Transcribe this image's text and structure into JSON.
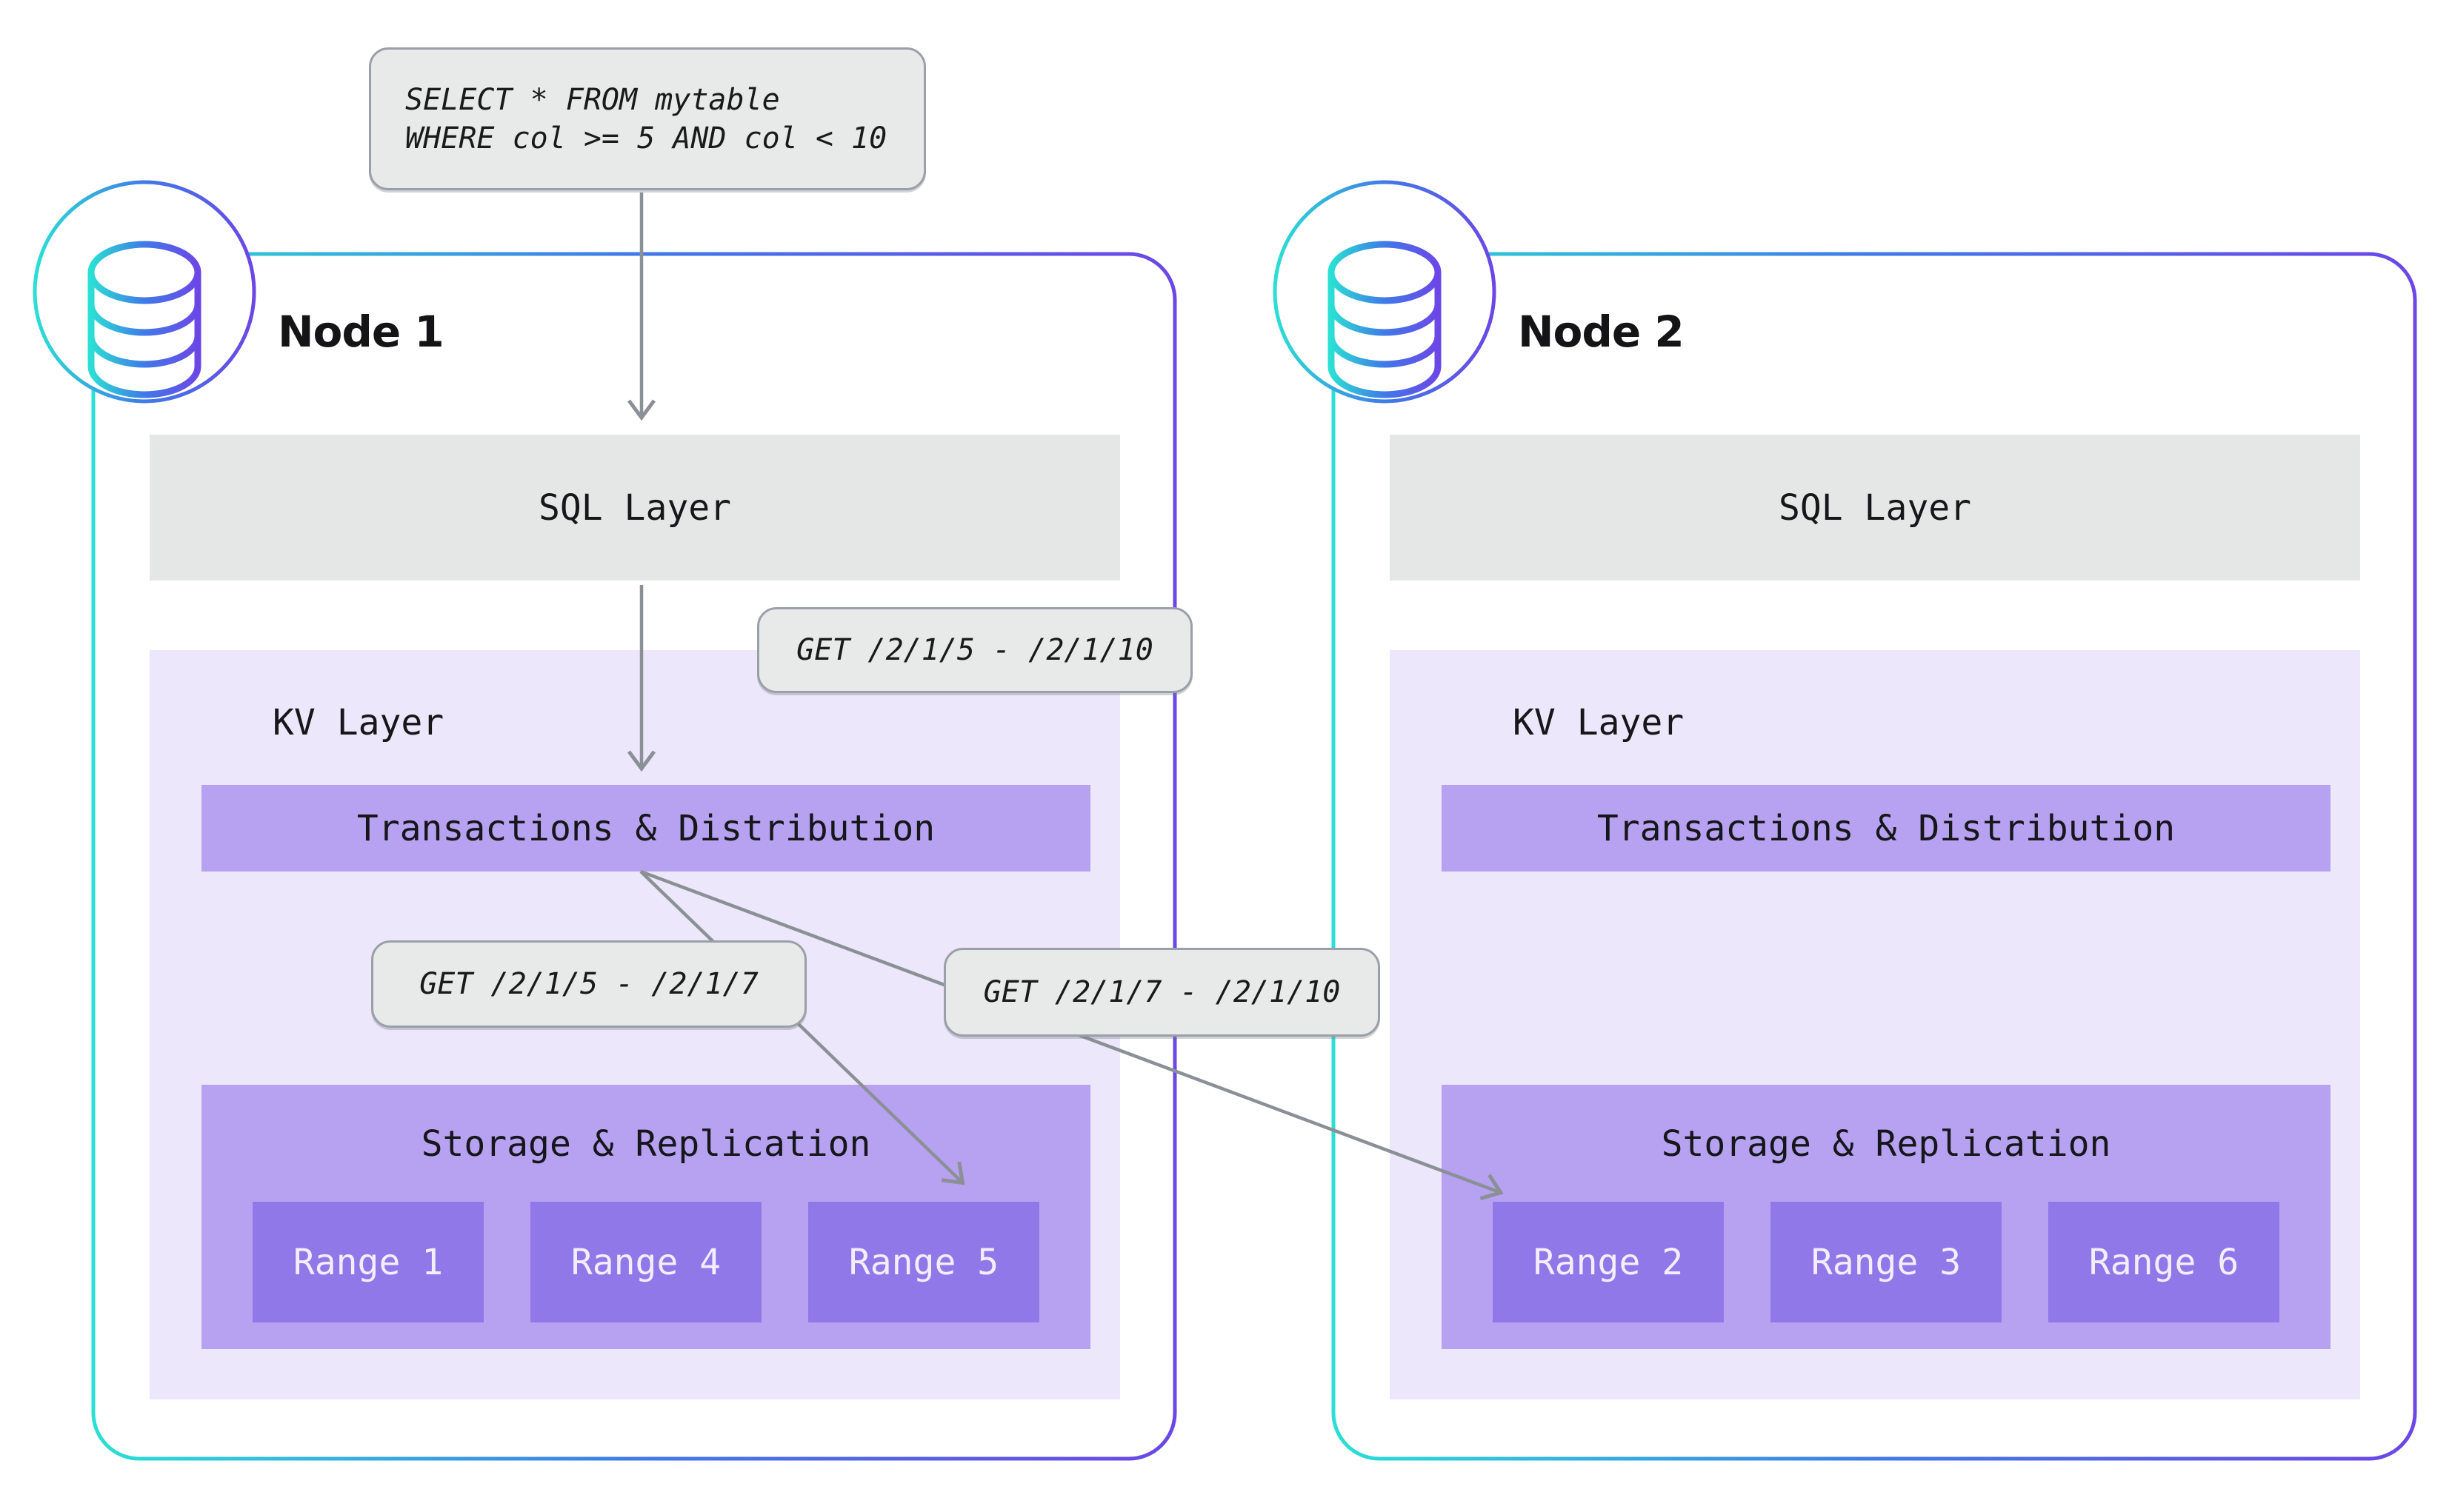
{
  "query_box": {
    "line1": "SELECT * FROM mytable",
    "line2": "WHERE col >= 5 AND col < 10"
  },
  "annotations": {
    "get_full": "GET /2/1/5 - /2/1/10",
    "get_left_range": "GET /2/1/5 - /2/1/7",
    "get_right_range": "GET /2/1/7 - /2/1/10"
  },
  "nodes": [
    {
      "title": "Node 1",
      "sql_layer_label": "SQL Layer",
      "kv_layer_label": "KV Layer",
      "transactions_label": "Transactions & Distribution",
      "storage_label": "Storage & Replication",
      "ranges": [
        "Range 1",
        "Range 4",
        "Range 5"
      ]
    },
    {
      "title": "Node 2",
      "sql_layer_label": "SQL Layer",
      "kv_layer_label": "KV Layer",
      "transactions_label": "Transactions & Distribution",
      "storage_label": "Storage & Replication",
      "ranges": [
        "Range 2",
        "Range 3",
        "Range 6"
      ]
    }
  ],
  "icons": {
    "node1_icon": "database-icon",
    "node2_icon": "database-icon"
  },
  "colors": {
    "node_border_gradient_start": "#2bdfd4",
    "node_border_gradient_end": "#6c47e6",
    "arrow_gray": "#8b9096",
    "annotation_bg": "#e8eae9",
    "annotation_border": "#9aa0a8",
    "sql_layer_bg": "#e5e7e6",
    "kv_layer_bg": "#ece7fa",
    "purple_bar_bg": "#b6a2f0",
    "range_bg": "#9178e9",
    "range_text": "#f3eefb",
    "text_dark": "#17171a"
  }
}
